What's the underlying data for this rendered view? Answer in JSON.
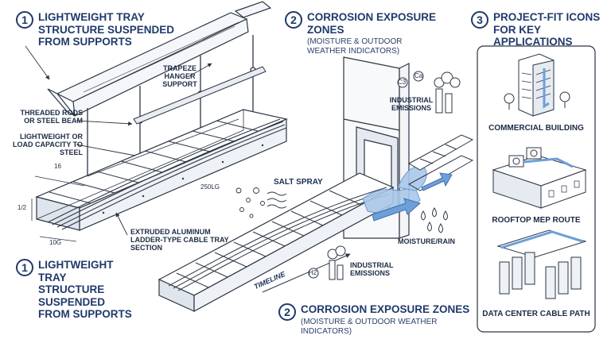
{
  "sections": [
    {
      "number": "1",
      "title": "LIGHTWEIGHT TRAY STRUCTURE SUSPENDED FROM SUPPORTS"
    },
    {
      "number": "2",
      "title": "CORROSION EXPOSURE ZONES",
      "subtitle": "(MOISTURE & OUTDOOR WEATHER INDICATORS)"
    },
    {
      "number": "3",
      "title": "PROJECT-FIT ICONS FOR KEY APPLICATIONS"
    }
  ],
  "bottom_sections": [
    {
      "number": "1",
      "title": "LIGHTWEIGHT TRAY STRUCTURE SUSPENDED FROM SUPPORTS"
    },
    {
      "number": "2",
      "title": "CORROSION EXPOSURE ZONES",
      "subtitle": "(MOISTURE & OUTDOOR WEATHER INDICATORS)"
    }
  ],
  "annotations": {
    "trapeze": "TRAPEZE HANGER SUPPORT",
    "threaded": "THREADED RODS OR STEEL BEAM",
    "lightweight": "LIGHTWEIGHT OR LOAD CAPACITY TO STEEL",
    "extruded": "EXTRUDED ALUMINUM LADDER-TYPE CABLE TRAY SECTION",
    "salt": "SALT SPRAY",
    "industrial_top": "INDUSTRIAL EMISSIONS",
    "industrial_bottom": "INDUSTRIAL EMISSIONS",
    "moisture": "MOISTURE/RAIN",
    "timeline": "TIMELINE"
  },
  "dimensions": {
    "d16": "16",
    "d250": "250LG",
    "d12": "1/2",
    "d10": "10G"
  },
  "chem": {
    "ca": "Ca",
    "c3": "C3",
    "h2": "H2"
  },
  "applications": [
    {
      "label": "COMMERCIAL BUILDING",
      "icon": "office-building-icon"
    },
    {
      "label": "ROOFTOP MEP ROUTE",
      "icon": "rooftop-hvac-icon"
    },
    {
      "label": "DATA CENTER CABLE PATH",
      "icon": "server-racks-icon"
    }
  ],
  "colors": {
    "navy": "#1f3a6b",
    "accent_blue": "#6d9fd8",
    "line": "#2c3544"
  }
}
